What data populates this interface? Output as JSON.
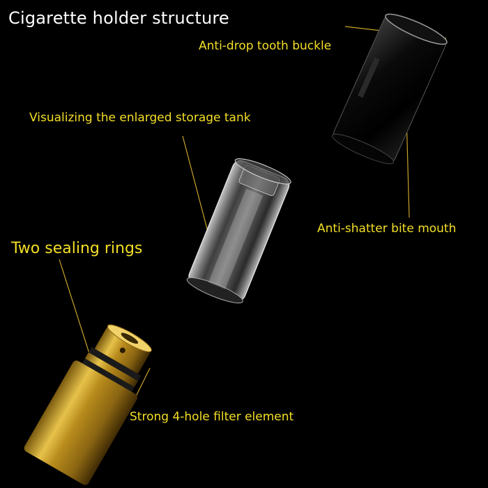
{
  "title": "Cigarette holder structure",
  "labels": {
    "anti_drop": "Anti-drop tooth buckle",
    "storage_tank": "Visualizing the enlarged storage tank",
    "bite_mouth": "Anti-shatter bite mouth",
    "sealing_rings": "Two sealing rings",
    "filter_element": "Strong 4-hole filter element"
  },
  "colors": {
    "background": "#000000",
    "title": "#ffffff",
    "label": "#f4df27",
    "gold": "#c9a22a"
  }
}
